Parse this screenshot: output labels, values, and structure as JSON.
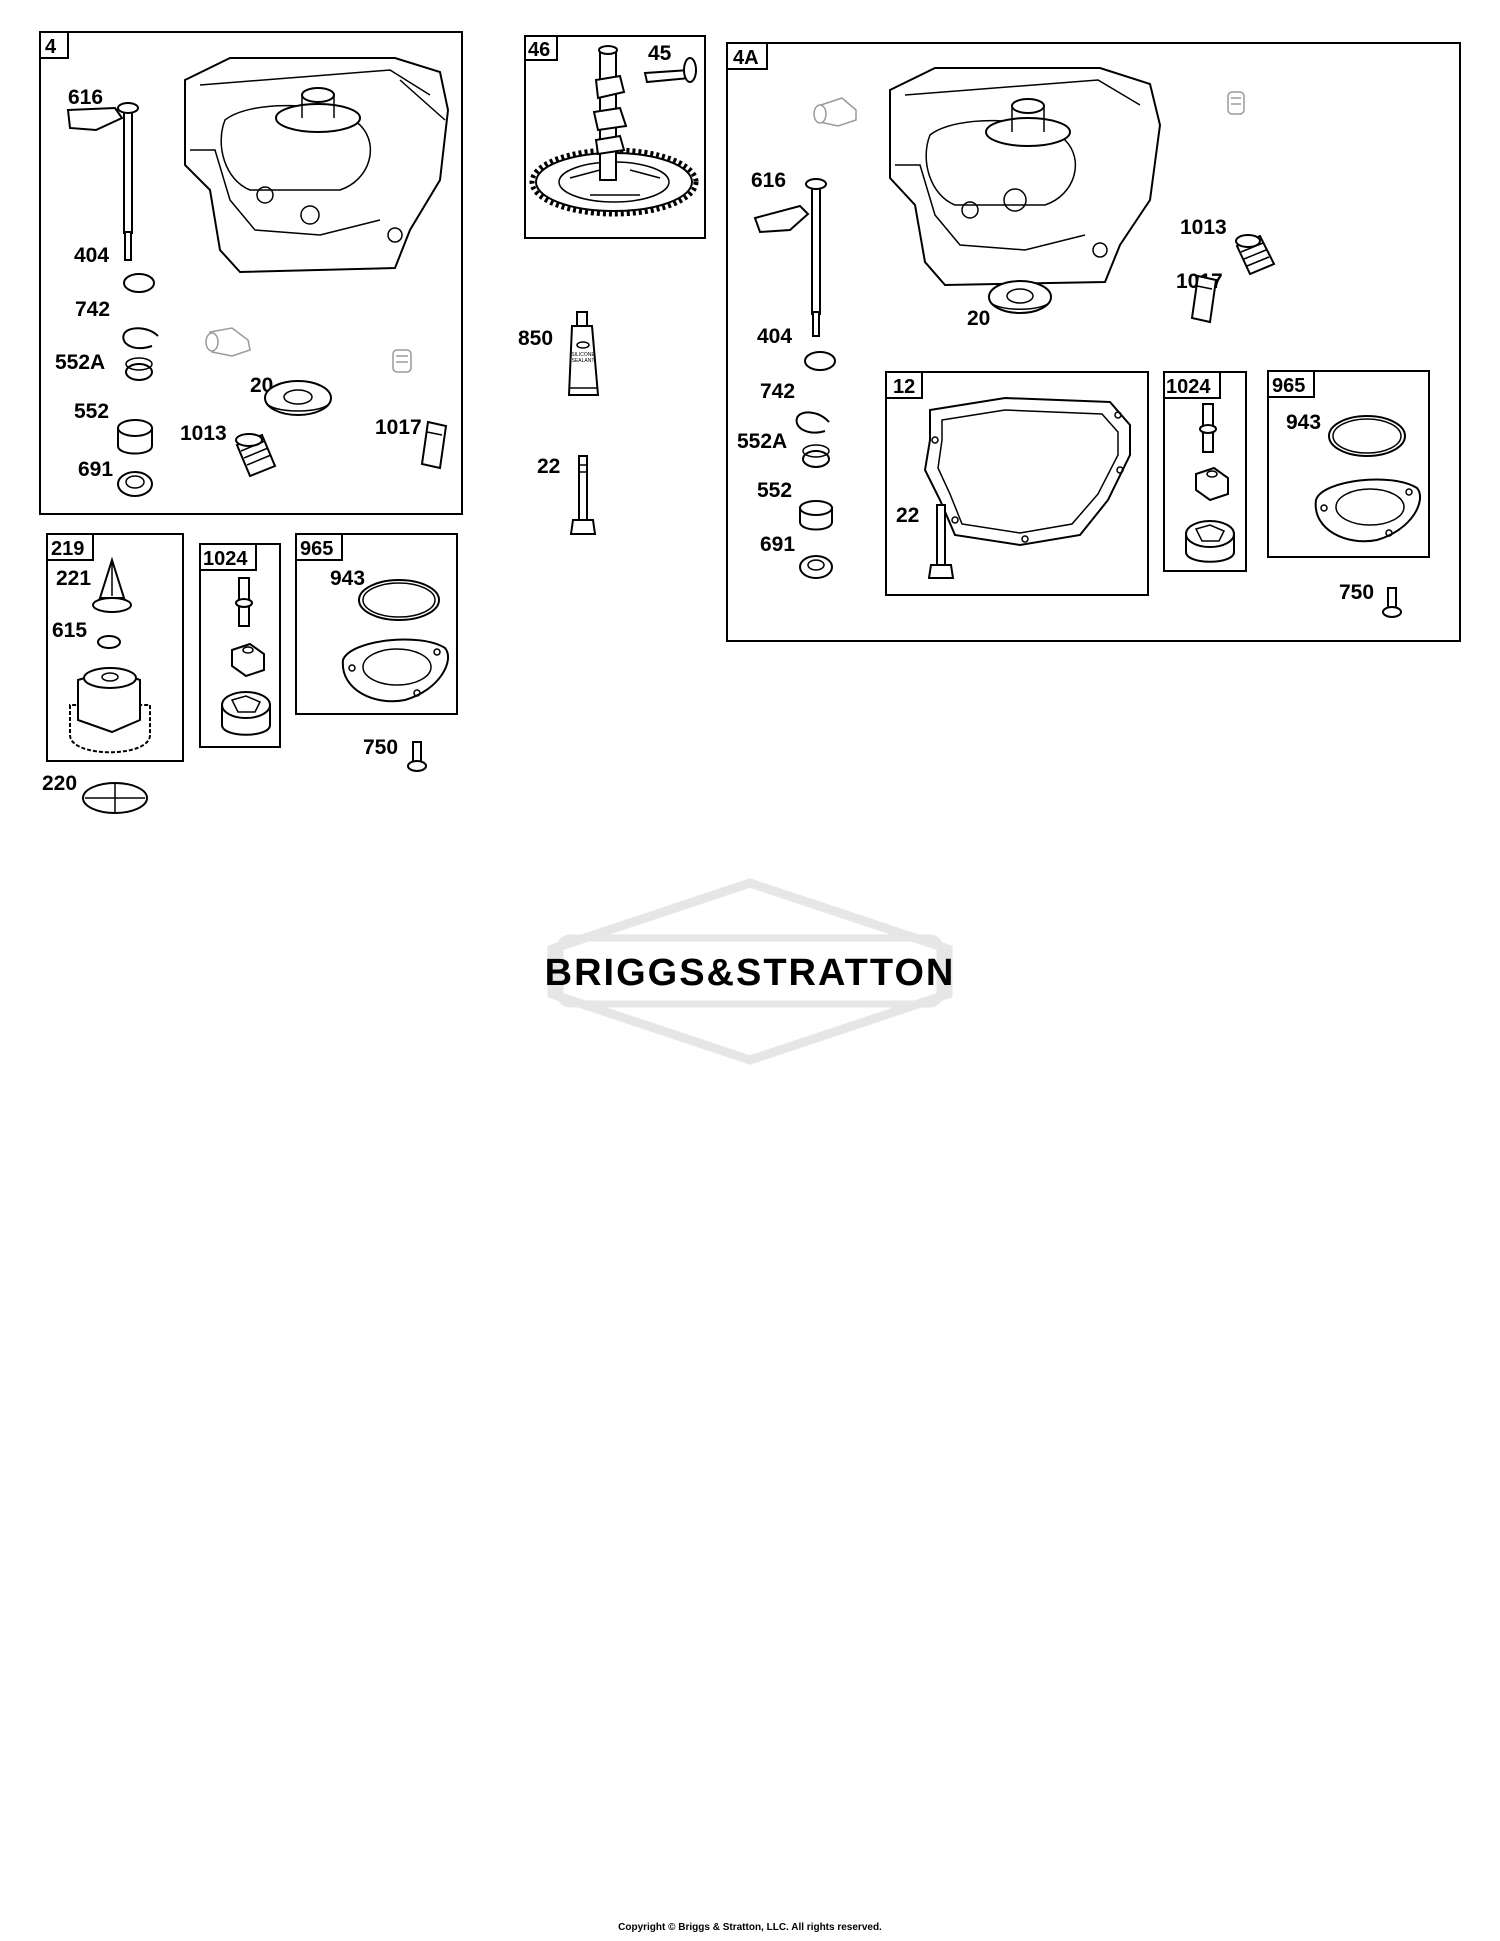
{
  "groups": {
    "g4": "4",
    "g46": "46",
    "g4a": "4A",
    "g219": "219",
    "g1024_left": "1024",
    "g965_left": "965",
    "g12": "12",
    "g1024_right": "1024",
    "g965_right": "965"
  },
  "labels": {
    "left_616": "616",
    "left_404": "404",
    "left_742": "742",
    "left_552a": "552A",
    "left_552": "552",
    "left_691": "691",
    "left_20": "20",
    "left_1013": "1013",
    "left_1017": "1017",
    "mid_45": "45",
    "mid_850": "850",
    "mid_22": "22",
    "g219_221": "221",
    "g219_615": "615",
    "g219_220": "220",
    "left_943": "943",
    "left_750": "750",
    "right_616": "616",
    "right_1013": "1013",
    "right_1017": "1017",
    "right_20": "20",
    "right_404": "404",
    "right_742": "742",
    "right_552a": "552A",
    "right_552": "552",
    "right_691": "691",
    "right_22": "22",
    "right_943": "943",
    "right_750": "750"
  },
  "sealant_tube_text": [
    "SILICONE",
    "SEALANT"
  ],
  "watermark": "BRIGGS&STRATTON",
  "footer": "Copyright © Briggs & Stratton, LLC. All rights reserved."
}
